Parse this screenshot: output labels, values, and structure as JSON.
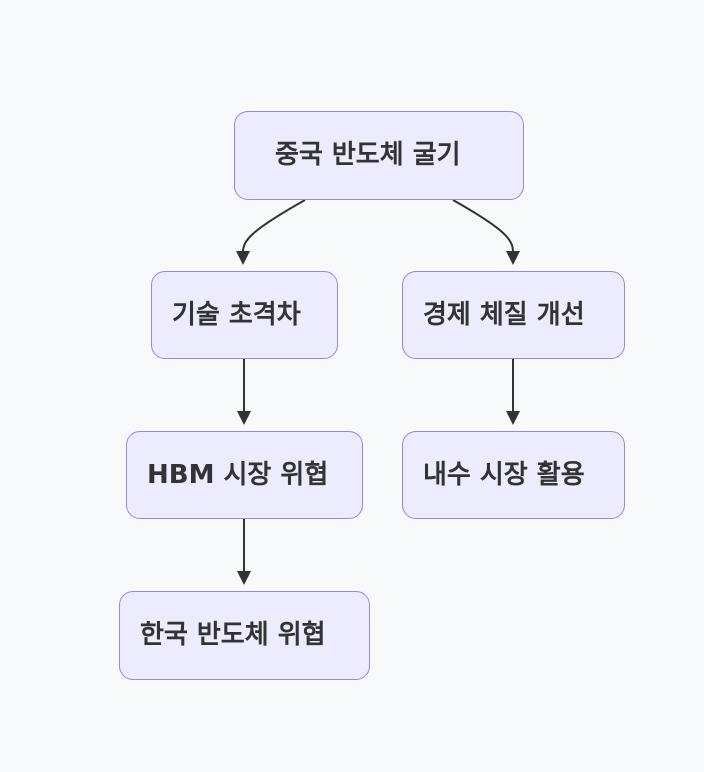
{
  "diagram": {
    "type": "flowchart",
    "direction": "top-down",
    "colors": {
      "background": "#f8f9fb",
      "node_fill": "#ececfe",
      "node_border": "#8c8ce6",
      "edge": "#333333",
      "text": "#333333"
    },
    "nodes": [
      {
        "id": "root",
        "label": "중국 반도체 굴기"
      },
      {
        "id": "tech",
        "label": "기술 초격차"
      },
      {
        "id": "econ",
        "label": "경제 체질 개선"
      },
      {
        "id": "hbm",
        "label": "HBM 시장 위협"
      },
      {
        "id": "dom",
        "label": "내수 시장 활용"
      },
      {
        "id": "kr",
        "label": "한국 반도체 위협"
      }
    ],
    "edges": [
      {
        "from": "root",
        "to": "tech"
      },
      {
        "from": "root",
        "to": "econ"
      },
      {
        "from": "tech",
        "to": "hbm"
      },
      {
        "from": "econ",
        "to": "dom"
      },
      {
        "from": "hbm",
        "to": "kr"
      }
    ]
  }
}
